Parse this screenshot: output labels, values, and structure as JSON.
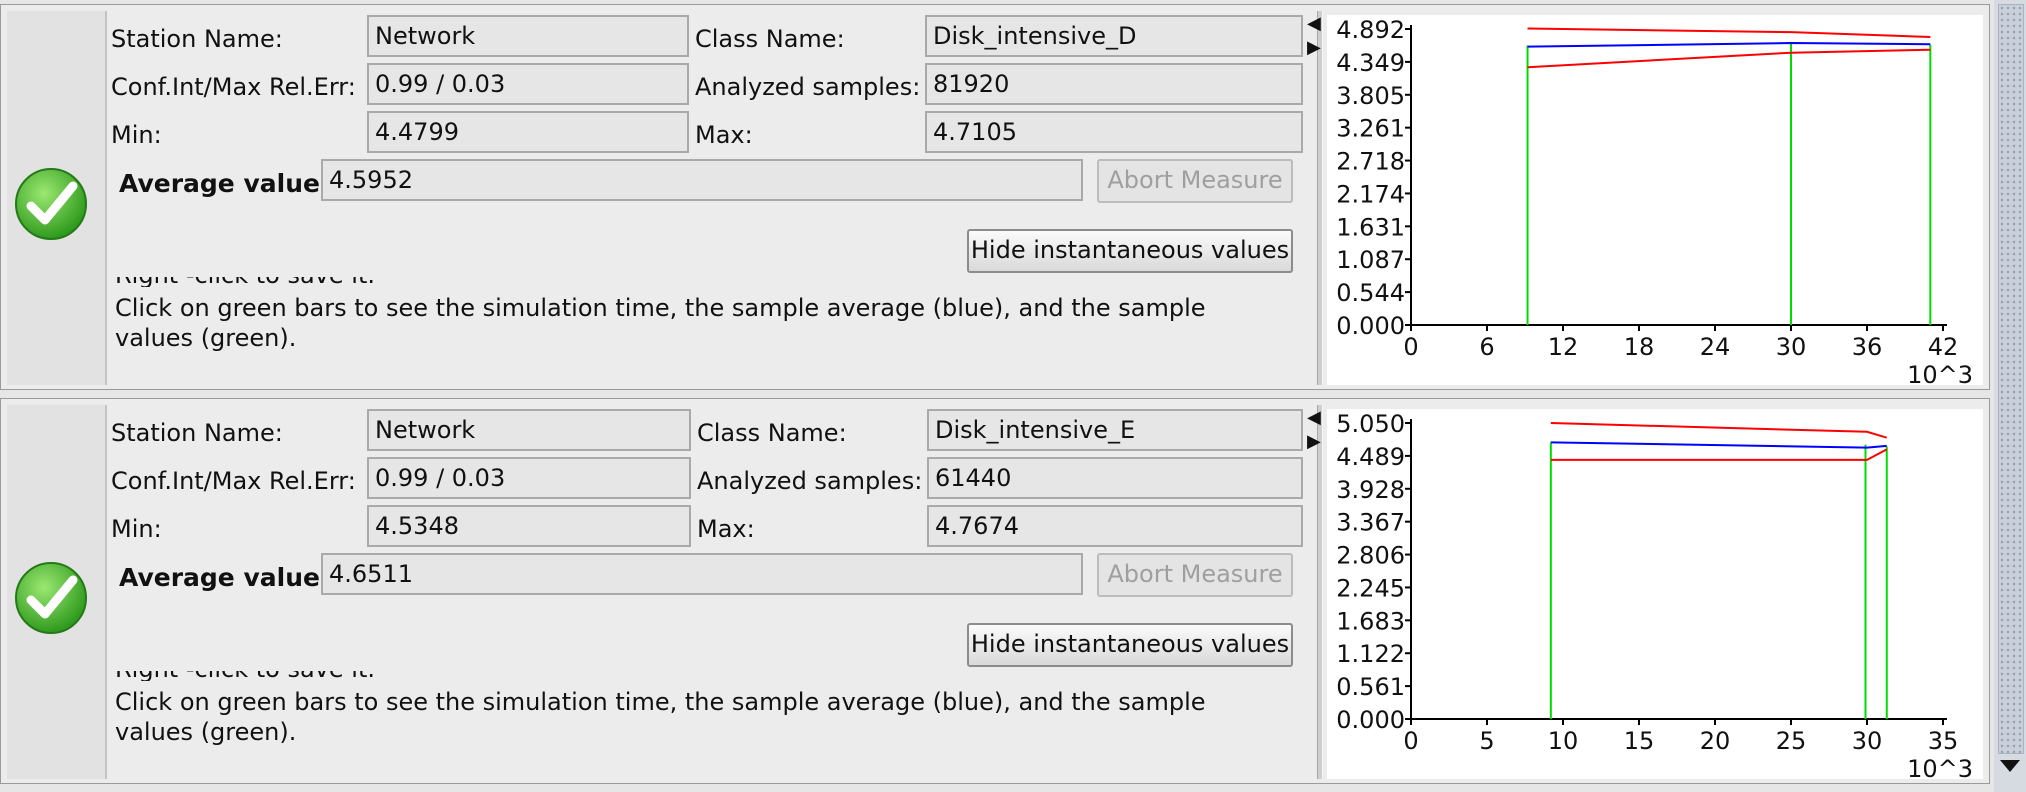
{
  "panels": [
    {
      "station_label": "Station Name:",
      "station_value": "Network",
      "class_label": "Class Name:",
      "class_value": "Disk_intensive_D",
      "conf_label": "Conf.Int/Max Rel.Err:",
      "conf_value": "0.99 / 0.03",
      "samples_label": "Analyzed samples:",
      "samples_value": "81920",
      "min_label": "Min:",
      "min_value": "4.4799",
      "max_label": "Max:",
      "max_value": "4.7105",
      "avg_label": "Average value:",
      "avg_value": "4.5952",
      "abort_label": "Abort Measure",
      "hide_label": "Hide instantaneous values",
      "clipped_text": "Right -click to save it.",
      "info_text": "Click on green bars to see the simulation time, the sample average (blue), and the sample values (green).",
      "status_icon": "check-circle-icon",
      "chart_data": {
        "type": "line",
        "x_multiplier_label": "10^3",
        "xlim": [
          0,
          42
        ],
        "x_ticks": [
          "0",
          "6",
          "12",
          "18",
          "24",
          "30",
          "36",
          "42"
        ],
        "ylim": [
          0,
          4.892
        ],
        "y_ticks": [
          "4.892",
          "4.349",
          "3.805",
          "3.261",
          "2.718",
          "2.174",
          "1.631",
          "1.087",
          "0.544",
          "0.000"
        ],
        "series": [
          {
            "color": "#ff0000",
            "x": [
              9.2,
              30,
              41
            ],
            "y": [
              4.9,
              4.84,
              4.76
            ]
          },
          {
            "color": "#0000ff",
            "x": [
              9.2,
              30,
              41
            ],
            "y": [
              4.6,
              4.66,
              4.64
            ]
          },
          {
            "color": "#ff0000",
            "x": [
              9.2,
              30,
              41
            ],
            "y": [
              4.26,
              4.5,
              4.55
            ]
          }
        ],
        "green_bars": [
          {
            "x": 9.2,
            "y": 4.62
          },
          {
            "x": 30.0,
            "y": 4.66
          },
          {
            "x": 41.0,
            "y": 4.63
          }
        ]
      }
    },
    {
      "station_label": "Station Name:",
      "station_value": "Network",
      "class_label": "Class Name:",
      "class_value": "Disk_intensive_E",
      "conf_label": "Conf.Int/Max Rel.Err:",
      "conf_value": "0.99 / 0.03",
      "samples_label": "Analyzed samples:",
      "samples_value": "61440",
      "min_label": "Min:",
      "min_value": "4.5348",
      "max_label": "Max:",
      "max_value": "4.7674",
      "avg_label": "Average value:",
      "avg_value": "4.6511",
      "abort_label": "Abort Measure",
      "hide_label": "Hide instantaneous values",
      "clipped_text": "Right -click to save it.",
      "info_text": "Click on green bars to see the simulation time, the sample average (blue), and the sample values (green).",
      "status_icon": "check-circle-icon",
      "chart_data": {
        "type": "line",
        "x_multiplier_label": "10^3",
        "xlim": [
          0,
          35
        ],
        "x_ticks": [
          "0",
          "5",
          "10",
          "15",
          "20",
          "25",
          "30",
          "35"
        ],
        "ylim": [
          0,
          5.05
        ],
        "y_ticks": [
          "5.050",
          "4.489",
          "3.928",
          "3.367",
          "2.806",
          "2.245",
          "1.683",
          "1.122",
          "0.561",
          "0.000"
        ],
        "series": [
          {
            "color": "#ff0000",
            "x": [
              9.2,
              30,
              31.3
            ],
            "y": [
              5.05,
              4.9,
              4.8
            ]
          },
          {
            "color": "#0000ff",
            "x": [
              9.2,
              30,
              31.3
            ],
            "y": [
              4.72,
              4.63,
              4.66
            ]
          },
          {
            "color": "#ff0000",
            "x": [
              9.2,
              30,
              31.3
            ],
            "y": [
              4.42,
              4.42,
              4.6
            ]
          }
        ],
        "green_bars": [
          {
            "x": 9.2,
            "y": 4.72
          },
          {
            "x": 29.9,
            "y": 4.68
          },
          {
            "x": 31.3,
            "y": 4.65
          }
        ]
      }
    }
  ]
}
